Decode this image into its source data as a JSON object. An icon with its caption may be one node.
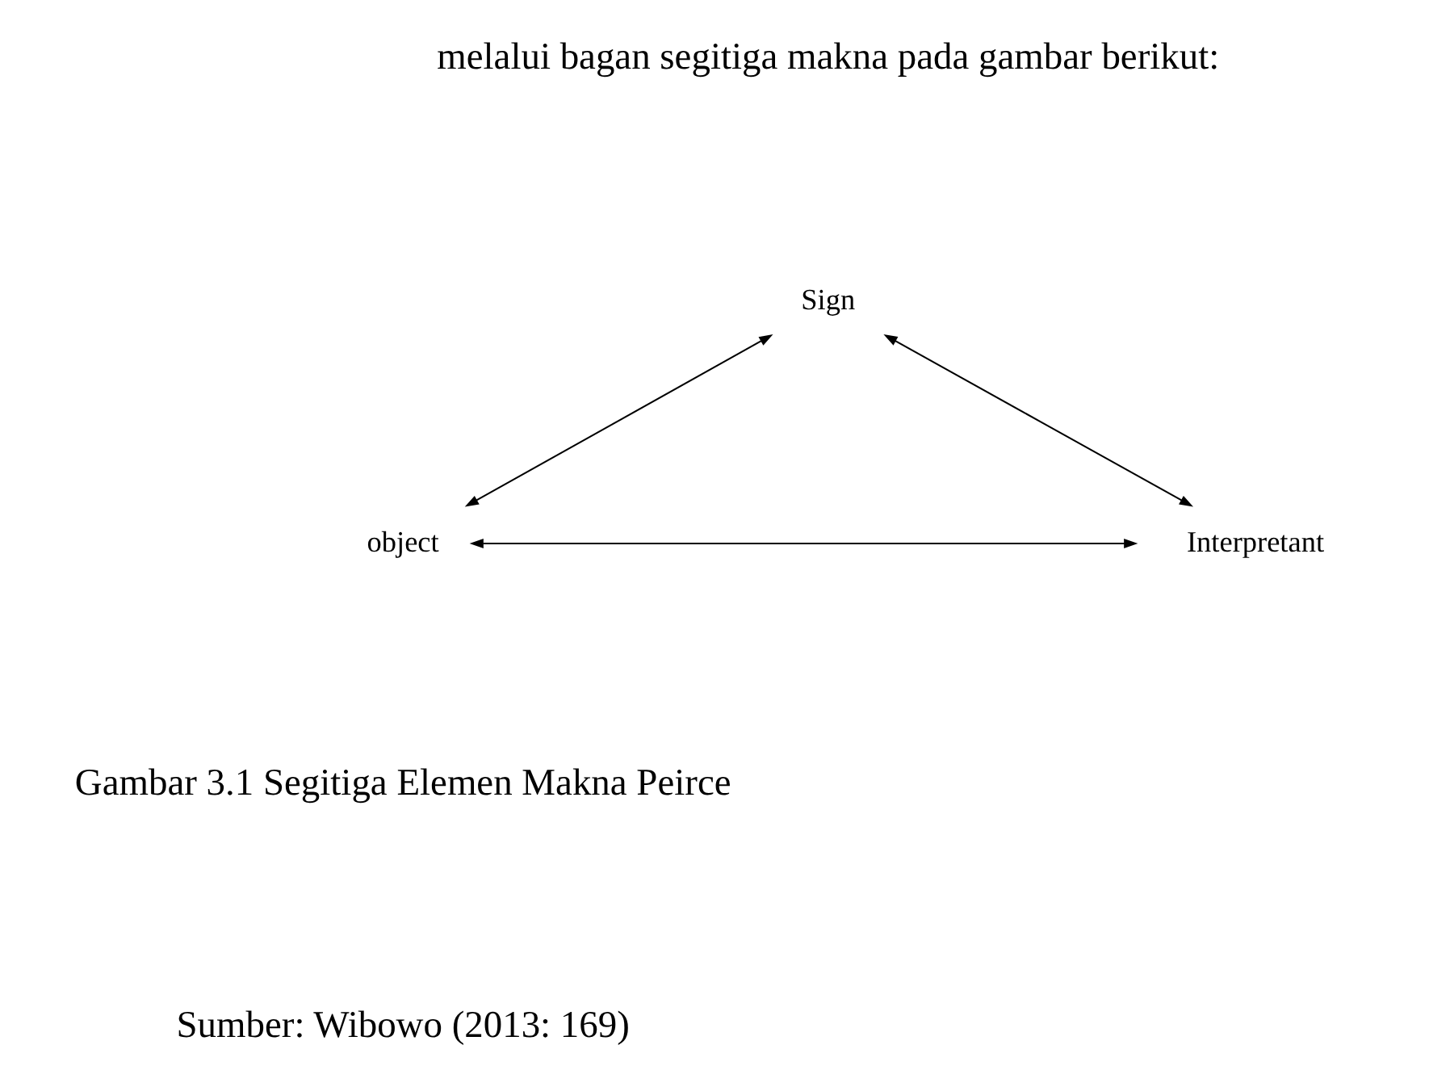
{
  "diagram": {
    "nodes": [
      {
        "text": [
          "Sign"
        ]
      },
      {
        "text": [
          "Interpretant"
        ]
      },
      {
        "text": [
          "object"
        ]
      }
    ],
    "edges": [
      {
        "from": 1,
        "to": 0,
        "arrow": "both"
      },
      {
        "from": 0,
        "to": 2,
        "arrow": "both"
      },
      {
        "from": 1,
        "to": 2,
        "arrow": "both"
      }
    ],
    "labels": [
      "melalui bagan segitiga makna pada gambar berikut:",
      "Gambar 3.1 Segitiga Elemen Makna Peirce",
      "Sumber: Wibowo (2013: 169)"
    ]
  }
}
